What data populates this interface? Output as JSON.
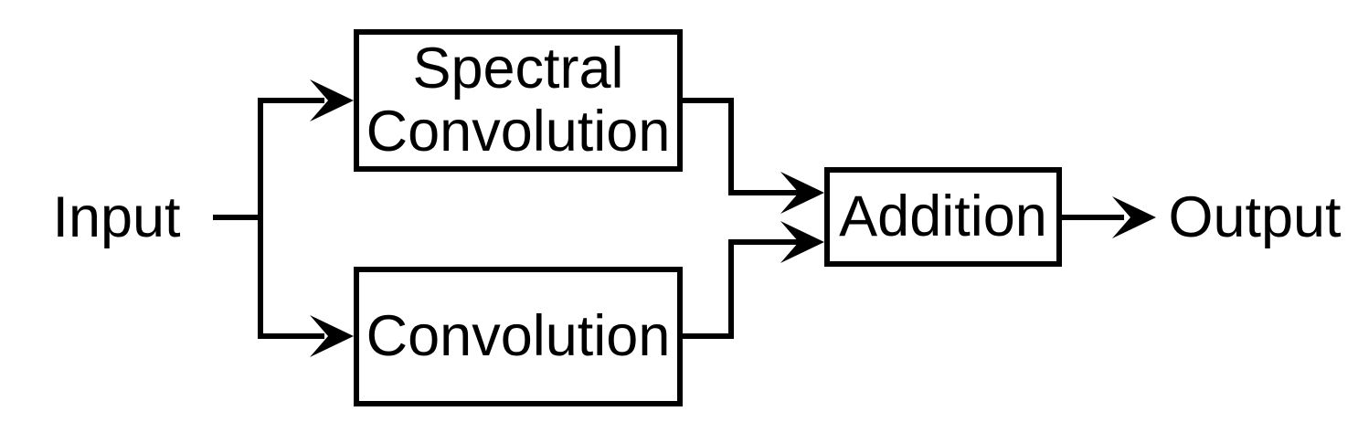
{
  "page": {
    "background_color": "#ffffff",
    "stroke_color": "#000000"
  },
  "diagram": {
    "type": "block-flow-diagram",
    "labels": {
      "input": "Input",
      "spectral": "Spectral\nConvolution",
      "convolution": "Convolution",
      "addition": "Addition",
      "output": "Output"
    },
    "edges": [
      {
        "from": "Input",
        "to": "Spectral Convolution"
      },
      {
        "from": "Input",
        "to": "Convolution"
      },
      {
        "from": "Spectral Convolution",
        "to": "Addition"
      },
      {
        "from": "Convolution",
        "to": "Addition"
      },
      {
        "from": "Addition",
        "to": "Output"
      }
    ]
  }
}
